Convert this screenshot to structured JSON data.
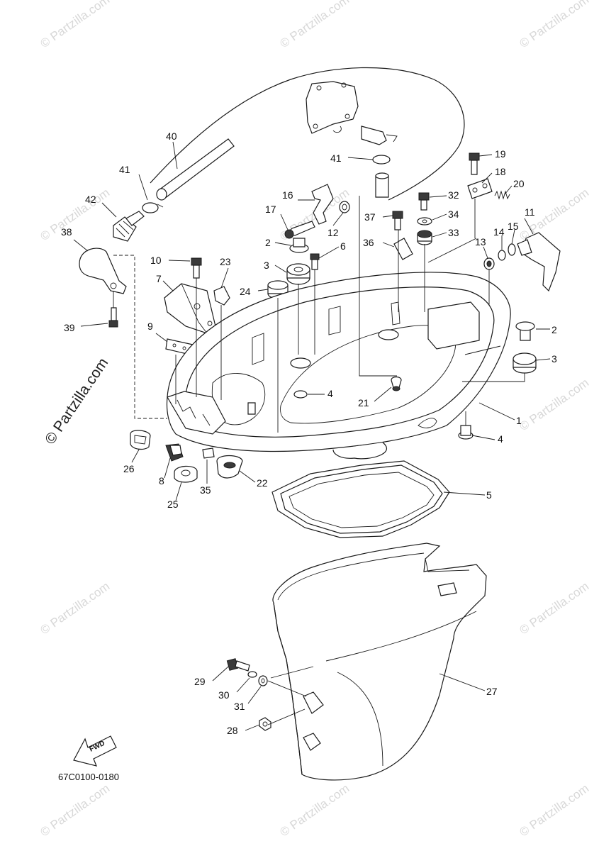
{
  "diagram": {
    "code": "67C0100-0180",
    "fwd_label": "FWD",
    "watermark_small": "© Partzilla.com",
    "watermark_large": "© Partzilla.com",
    "callouts": [
      {
        "id": "40",
        "label": "40"
      },
      {
        "id": "41a",
        "label": "41"
      },
      {
        "id": "41b",
        "label": "41"
      },
      {
        "id": "42",
        "label": "42"
      },
      {
        "id": "38",
        "label": "38"
      },
      {
        "id": "39",
        "label": "39"
      },
      {
        "id": "10",
        "label": "10"
      },
      {
        "id": "7",
        "label": "7"
      },
      {
        "id": "23",
        "label": "23"
      },
      {
        "id": "9",
        "label": "9"
      },
      {
        "id": "16",
        "label": "16"
      },
      {
        "id": "17",
        "label": "17"
      },
      {
        "id": "12",
        "label": "12"
      },
      {
        "id": "2a",
        "label": "2"
      },
      {
        "id": "6",
        "label": "6"
      },
      {
        "id": "3a",
        "label": "3"
      },
      {
        "id": "24",
        "label": "24"
      },
      {
        "id": "19",
        "label": "19"
      },
      {
        "id": "18",
        "label": "18"
      },
      {
        "id": "20",
        "label": "20"
      },
      {
        "id": "32",
        "label": "32"
      },
      {
        "id": "37",
        "label": "37"
      },
      {
        "id": "34",
        "label": "34"
      },
      {
        "id": "33",
        "label": "33"
      },
      {
        "id": "36",
        "label": "36"
      },
      {
        "id": "11",
        "label": "11"
      },
      {
        "id": "14",
        "label": "14"
      },
      {
        "id": "15",
        "label": "15"
      },
      {
        "id": "13",
        "label": "13"
      },
      {
        "id": "2b",
        "label": "2"
      },
      {
        "id": "3b",
        "label": "3"
      },
      {
        "id": "4a",
        "label": "4"
      },
      {
        "id": "21",
        "label": "21"
      },
      {
        "id": "1",
        "label": "1"
      },
      {
        "id": "4b",
        "label": "4"
      },
      {
        "id": "26",
        "label": "26"
      },
      {
        "id": "8",
        "label": "8"
      },
      {
        "id": "35",
        "label": "35"
      },
      {
        "id": "22",
        "label": "22"
      },
      {
        "id": "25",
        "label": "25"
      },
      {
        "id": "5",
        "label": "5"
      },
      {
        "id": "27",
        "label": "27"
      },
      {
        "id": "29",
        "label": "29"
      },
      {
        "id": "30",
        "label": "30"
      },
      {
        "id": "31",
        "label": "31"
      },
      {
        "id": "28",
        "label": "28"
      }
    ]
  }
}
